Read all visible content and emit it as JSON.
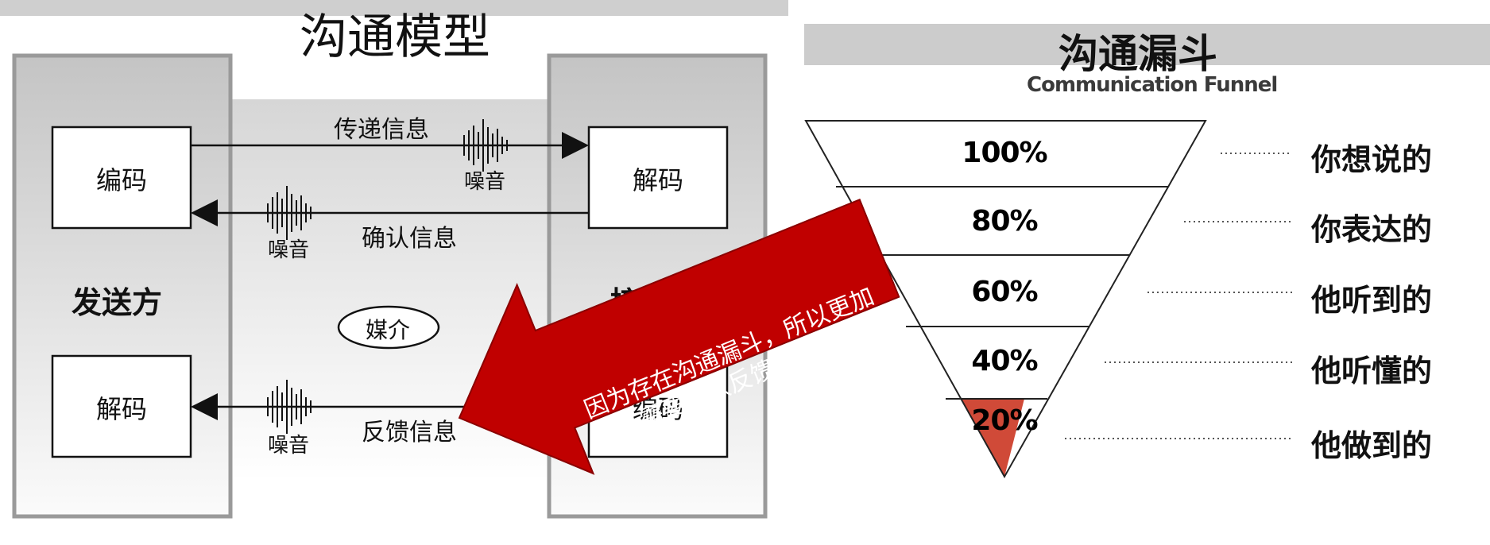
{
  "left": {
    "title": "沟通模型",
    "sender": "发送方",
    "receiver": "接收方",
    "sender_top_box": "编码",
    "sender_bottom_box": "解码",
    "receiver_top_box": "解码",
    "receiver_bottom_box": "编码",
    "transmit": "传递信息",
    "confirm": "确认信息",
    "feedback": "反馈信息",
    "medium": "媒介",
    "noise1": "噪音",
    "noise2": "噪音",
    "noise3": "噪音"
  },
  "callout": {
    "line1": "因为存在沟通漏斗，所以更加",
    "line2": "需要确认反馈这一步",
    "color": "#c00000"
  },
  "right": {
    "title": "沟通漏斗",
    "subtitle": "Communication Funnel",
    "levels": [
      {
        "percent": "100%",
        "label": "你想说的"
      },
      {
        "percent": "80%",
        "label": "你表达的"
      },
      {
        "percent": "60%",
        "label": "他听到的"
      },
      {
        "percent": "40%",
        "label": "他听懂的"
      },
      {
        "percent": "20%",
        "label": "他做到的"
      }
    ],
    "highlight_color": "#d04a38"
  }
}
